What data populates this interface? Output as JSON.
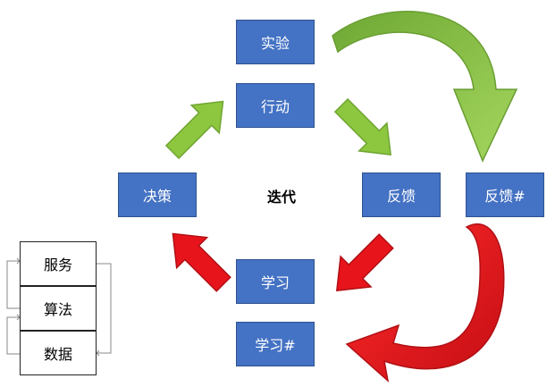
{
  "diagram": {
    "center": "迭代",
    "nodes": {
      "experiment": "实验",
      "action": "行动",
      "decision": "决策",
      "feedback": "反馈",
      "feedback_hash": "反馈#",
      "learning": "学习",
      "learning_hash": "学习#"
    },
    "stack": [
      "服务",
      "算法",
      "数据"
    ]
  },
  "colors": {
    "node_fill": "#4472c4",
    "node_border": "#2f528f",
    "green_arrow": "#8dc63f",
    "green_arrow_dark": "#70a532",
    "red_arrow": "#e8141b",
    "red_arrow_dark": "#b01015"
  }
}
